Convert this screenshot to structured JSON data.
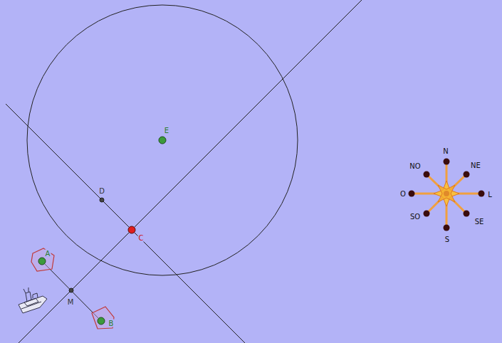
{
  "diagram": {
    "labels": [
      "A",
      "B",
      "C",
      "D",
      "E",
      "M",
      "N",
      "NO",
      "NE",
      "O",
      "L",
      "SO",
      "SE",
      "S"
    ]
  }
}
